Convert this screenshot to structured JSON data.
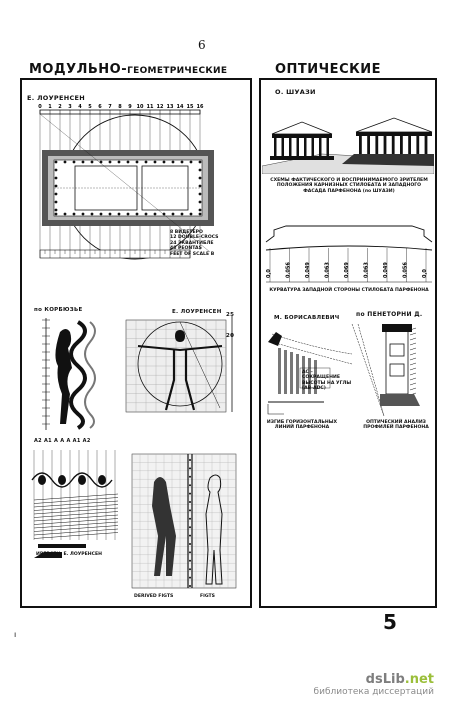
{
  "page": {
    "number": "6",
    "section_number": "5",
    "corner_mark": "ı"
  },
  "titles": {
    "left_main": "МОДУЛЬНО-",
    "left_sub": "ГЕОМЕТРИЧЕСКИЕ",
    "right": "ОПТИЧЕСКИЕ"
  },
  "left": {
    "fig1": {
      "author": "Е. ЛОУРЕНСЕН",
      "scale_top": [
        "0",
        "1",
        "2",
        "3",
        "4",
        "5",
        "6",
        "7",
        "8",
        "9",
        "10",
        "11",
        "12",
        "13",
        "14",
        "15",
        "16"
      ],
      "notes": [
        "8 ВИДЕТЕРО",
        "12 DOUBLE-CROCS",
        "24 ЭКВАНТИБЛЕ",
        "48 PEONTAS",
        "FEET OF SCALE B"
      ]
    },
    "fig2": {
      "author": "по КОРБЮЗЬЕ"
    },
    "fig3": {
      "author": "Е. ЛОУРЕНСЕН",
      "marks": [
        "25",
        "20"
      ]
    },
    "fig4": {
      "author": "ИВЕРСЕН, Е. ЛОУРЕНСЕН",
      "marks": [
        "A2",
        "A1",
        "A",
        "A",
        "A",
        "A1",
        "A2"
      ]
    },
    "fig5": {
      "labels": [
        "DERIVED FIGTS",
        "FIGTS"
      ]
    }
  },
  "right": {
    "fig1": {
      "author": "О. ШУАЗИ",
      "caption": "СХЕМЫ ФАКТИЧЕСКОГО И ВОСПРИНИМАЕМОГО ЗРИТЕЛЕМ ПОЛОЖЕНИЯ КАРНИЗНЫХ СТИЛОБАТА И ЗАПАДНОГО ФАСАДА ПАРФЕНОНА (по ШУАЗИ)"
    },
    "fig2": {
      "caption": "КУРВАТУРА ЗАПАДНОЙ СТОРОНЫ СТИЛОБАТА ПАРФЕНОНА",
      "values": [
        "0,0",
        "0.056",
        "0.049",
        "0.063",
        "0.069",
        "0.063",
        "0.049",
        "0.056",
        "0,0"
      ]
    },
    "fig3": {
      "author": "М. БОРИСАВЛЕВИЧ",
      "caption": "ИЗГИБ ГОРИЗОНТАЛЬНЫХ ЛИНИЙ ПАРФЕНОНА",
      "notes": "AC – СОКРАЩЕНИЕ ВЫСОТЫ НА УГЛЫ (AB-ADC)"
    },
    "fig4": {
      "author": "по ПЕНЕТОРНИ Д.",
      "caption": "ОПТИЧЕСКИЙ АНАЛИЗ ПРОФИЛЕЙ ПАРФЕНОНА"
    }
  },
  "watermark": {
    "logo_main": "dsLib",
    "logo_tld": ".net",
    "subtitle": "библиотека диссертаций"
  }
}
